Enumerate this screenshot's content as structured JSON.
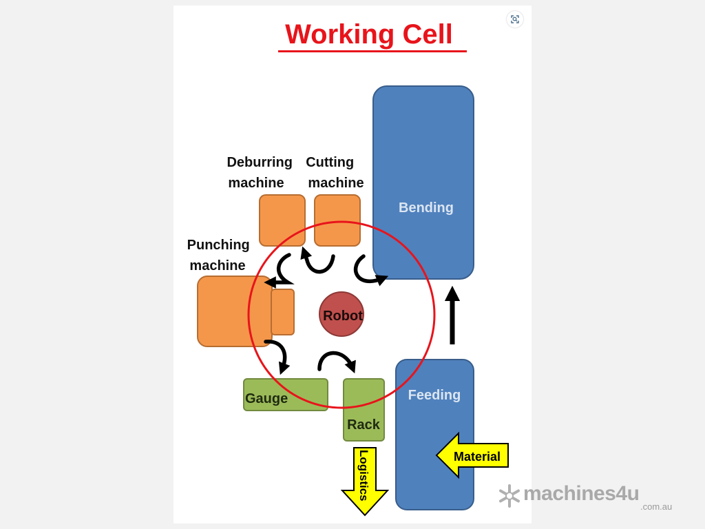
{
  "title": "Working Cell",
  "labels": {
    "deburring": [
      "Deburring",
      "machine"
    ],
    "cutting": [
      "Cutting",
      "machine"
    ],
    "punching": [
      "Punching",
      "machine"
    ],
    "bending": "Bending",
    "feeding": "Feeding",
    "robot": "Robot",
    "gauge": "Gauge",
    "rack": "Rack",
    "material": "Material",
    "logistics": "Logistics"
  },
  "colors": {
    "title": "#e8141b",
    "machine_orange": "#f5974a",
    "machine_blue": "#4f81bd",
    "station_green": "#9bbb59",
    "robot_red": "#c0504d",
    "reach_circle": "#e8141b",
    "arrow_yellow": "#ffff00"
  },
  "watermark": {
    "brand": "machines4u",
    "domain": ".com.au"
  },
  "icons": {
    "zoom": "zoom-in-icon",
    "watermark_logo": "snowflake-gear-icon"
  }
}
